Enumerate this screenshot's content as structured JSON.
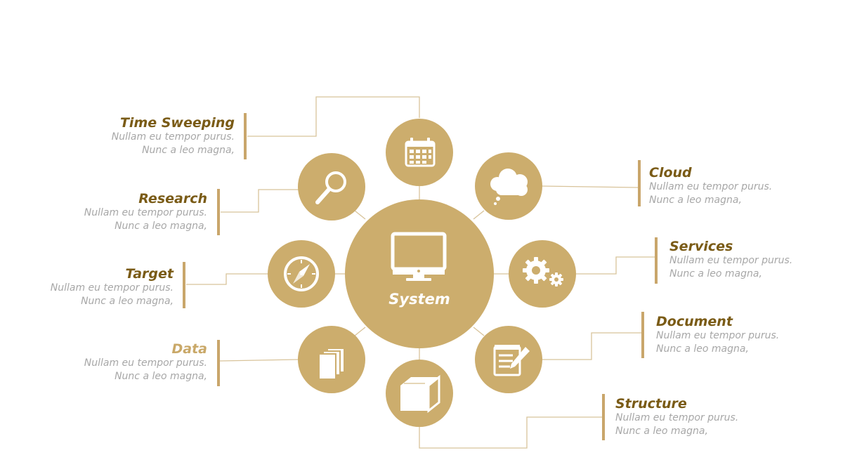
{
  "center": {
    "label": "System",
    "icon": "monitor-icon"
  },
  "colors": {
    "accent": "#ccad6d",
    "title": "#7a5b16",
    "desc": "#a7a7a7",
    "line": "#d8c39a"
  },
  "nodes": [
    {
      "title": "Time Sweeping",
      "line1": "Nullam eu tempor purus.",
      "line2": "Nunc a leo magna,",
      "icon": "calendar-icon"
    },
    {
      "title": "Research",
      "line1": "Nullam eu tempor purus.",
      "line2": "Nunc a leo magna,",
      "icon": "magnifier-icon"
    },
    {
      "title": "Target",
      "line1": "Nullam eu tempor purus.",
      "line2": "Nunc a leo magna,",
      "icon": "compass-icon"
    },
    {
      "title": "Data",
      "line1": "Nullam eu tempor purus.",
      "line2": "Nunc a leo magna,",
      "icon": "documents-icon"
    },
    {
      "title": "Cloud",
      "line1": "Nullam eu tempor purus.",
      "line2": "Nunc a leo magna,",
      "icon": "cloud-icon"
    },
    {
      "title": "Services",
      "line1": "Nullam eu tempor purus.",
      "line2": "Nunc a leo magna,",
      "icon": "gears-icon"
    },
    {
      "title": "Document",
      "line1": "Nullam eu tempor purus.",
      "line2": "Nunc a leo magna,",
      "icon": "notepad-icon"
    },
    {
      "title": "Structure",
      "line1": "Nullam eu tempor purus.",
      "line2": "Nunc a leo magna,",
      "icon": "box-icon"
    }
  ]
}
